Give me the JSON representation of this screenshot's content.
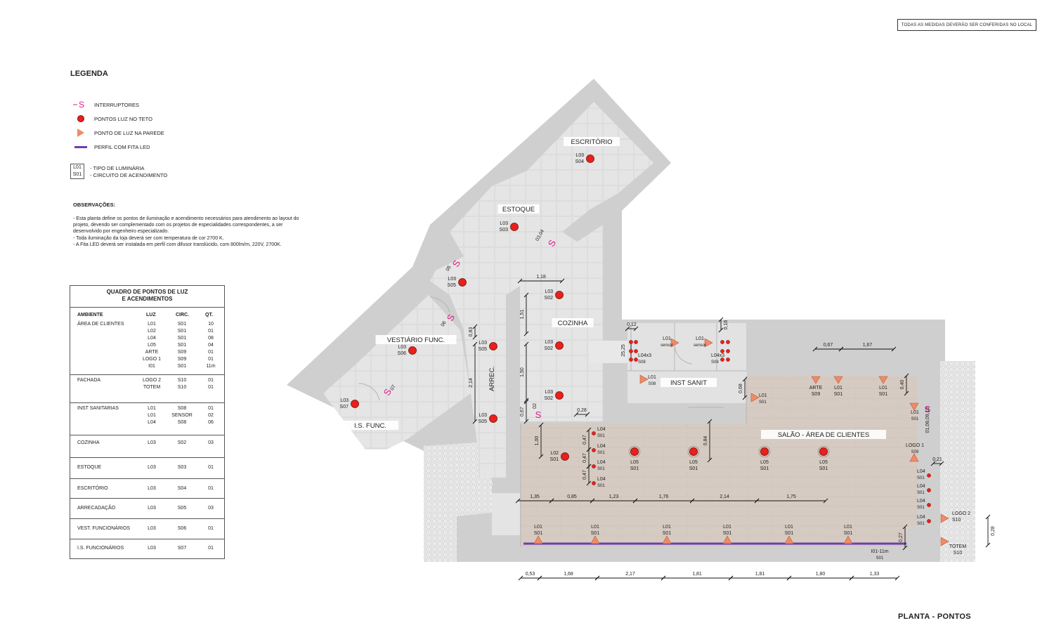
{
  "note": "TODAS AS MEDIDAS DEVERÃO SER CONFERIDAS NO LOCAL",
  "legend": {
    "title": "LEGENDA",
    "items": [
      {
        "icon": "switch-icon",
        "label": "INTERRUPTORES"
      },
      {
        "icon": "ceiling-light-icon",
        "label": "PONTOS LUZ NO TETO"
      },
      {
        "icon": "wall-light-icon",
        "label": "PONTO DE LUZ NA PAREDE"
      },
      {
        "icon": "led-profile-icon",
        "label": "PERFIL COM FITA LED"
      }
    ],
    "code_sample": [
      "L01",
      "S01"
    ],
    "code_desc": [
      "- TIPO DE LUMINÁRIA",
      "- CIRCUITO DE ACENDIMENTO"
    ]
  },
  "observations": {
    "title": "OBSERVAÇÕES:",
    "lines": [
      "- Esta planta define os pontos de iluminação e acendimento necessários para atendimento ao layout do",
      "projeto, devendo ser complementado com os projetos de especialidades correspondentes, a ser",
      "desenvolvido por engenheiro especializado.",
      "- Toda iluminação da loja deverá ser com temperatura de cor 2700 K.",
      "- A Fita LED deverá ser instalada em perfil com difusor translúcido, com 800lm/m, 220V, 2700K."
    ]
  },
  "table": {
    "title": [
      "QUADRO DE PONTOS DE LUZ",
      "E ACENDIMENTOS"
    ],
    "headers": [
      "AMBIENTE",
      "LUZ",
      "CIRC.",
      "QT."
    ],
    "sections": [
      {
        "name": "ÁREA DE CLIENTES",
        "rows": [
          [
            "L01",
            "S01",
            "10"
          ],
          [
            "L02",
            "S01",
            "01"
          ],
          [
            "L04",
            "S01",
            "08"
          ],
          [
            "L05",
            "S01",
            "04"
          ],
          [
            "ARTE",
            "S09",
            "01"
          ],
          [
            "LOGO 1",
            "S09",
            "01"
          ],
          [
            "I01",
            "S01",
            "11m"
          ]
        ]
      },
      {
        "name": "FACHADA",
        "rows": [
          [
            "LOGO 2",
            "S10",
            "01"
          ],
          [
            "TOTEM",
            "S10",
            "01"
          ]
        ]
      },
      {
        "name": "INST SANITARIAS",
        "rows": [
          [
            "L01",
            "S08",
            "01"
          ],
          [
            "L01",
            "SENSOR",
            "02"
          ],
          [
            "L04",
            "S08",
            "06"
          ]
        ]
      },
      {
        "name": "COZINHA",
        "rows": [
          [
            "L03",
            "S02",
            "03"
          ]
        ]
      },
      {
        "name": "ESTOQUE",
        "rows": [
          [
            "L03",
            "S03",
            "01"
          ]
        ]
      },
      {
        "name": "ESCRITÓRIO",
        "rows": [
          [
            "L03",
            "S04",
            "01"
          ]
        ]
      },
      {
        "name": "ARRECADAÇÃO",
        "rows": [
          [
            "L03",
            "S05",
            "03"
          ]
        ]
      },
      {
        "name": "VEST. FUNCIONÁRIOS",
        "rows": [
          [
            "L03",
            "S06",
            "01"
          ]
        ]
      },
      {
        "name": "I.S. FUNCIONÁRIOS",
        "rows": [
          [
            "L03",
            "S07",
            "01"
          ]
        ]
      }
    ]
  },
  "plan": {
    "rooms": [
      "ESCRITÓRIO",
      "ESTOQUE",
      "COZINHA",
      "VESTIÁRIO FUNC.",
      "ARREC.",
      "I.S. FUNC.",
      "INST SANIT",
      "SALÃO - ÁREA DE CLIENTES"
    ],
    "ceiling_points": [
      [
        "L03",
        "S04"
      ],
      [
        "L03",
        "S03"
      ],
      [
        "L03",
        "S05"
      ],
      [
        "L03",
        "S02"
      ],
      [
        "L03",
        "S02"
      ],
      [
        "L03",
        "S02"
      ],
      [
        "L03",
        "S06"
      ],
      [
        "L03",
        "S07"
      ],
      [
        "L03",
        "S05"
      ],
      [
        "L03",
        "S05"
      ],
      [
        "L02",
        "S01"
      ],
      [
        "L05",
        "S01"
      ],
      [
        "L05",
        "S01"
      ],
      [
        "L05",
        "S01"
      ],
      [
        "L05",
        "S01"
      ]
    ],
    "wall_points_bottom": [
      [
        "L01",
        "S01"
      ],
      [
        "L01",
        "S01"
      ],
      [
        "L01",
        "S01"
      ],
      [
        "L01",
        "S01"
      ],
      [
        "L01",
        "S01"
      ],
      [
        "L01",
        "S01"
      ]
    ],
    "wall_points_top": [
      [
        "ARTE",
        "S09"
      ],
      [
        "L01",
        "S01"
      ],
      [
        "L01",
        "S01"
      ]
    ],
    "switch_labels": [
      "03,04",
      "05",
      "06",
      "07",
      "02",
      "01,08,09,10"
    ],
    "dimensions": [
      "1,18",
      "1,51",
      "1,50",
      "0,67",
      "0,83",
      "2,14",
      "0,28",
      "1,00",
      "0,12",
      "0,16",
      "0,47",
      "0,47",
      "0,47",
      "0,84",
      "1,35",
      "0,85",
      "1,23",
      "1,76",
      "2,14",
      "1,75",
      "0,68",
      "0,67",
      "1,67",
      "0,40",
      "0,21",
      "0,28",
      "0,27",
      "0,53",
      "1,68",
      "2,17",
      "1,81",
      "1,81",
      "1,80",
      "1,33",
      "25,25"
    ],
    "misc_labels": {
      "l01_left": [
        "L01",
        "sensor"
      ],
      "l01_right": [
        "L01",
        "sensor"
      ],
      "l04_left": [
        "L04x3",
        "S08"
      ],
      "l04_right": [
        "L04x3",
        "S08"
      ],
      "l01_s08": [
        "L01",
        "S08"
      ],
      "l01_right_wall": [
        "L01",
        "S01"
      ],
      "logo1": [
        "LOGO 1",
        "S09"
      ],
      "logo2": [
        "LOGO 2",
        "S10"
      ],
      "totem": [
        "TOTEM",
        "S10"
      ],
      "led_label": [
        "I01-11m",
        "S01"
      ],
      "l04_group": [
        "L04",
        "S01"
      ]
    }
  },
  "footer_title": "PLANTA - PONTOS",
  "colors": {
    "wall": "#cfcfcf",
    "floor_light": "#e6e6e6",
    "salao": "#d8cdc4",
    "ceiling_point": "#e8211c",
    "wall_point": "#f08a68",
    "switch": "#e0188c",
    "led": "#6a3fb0"
  }
}
